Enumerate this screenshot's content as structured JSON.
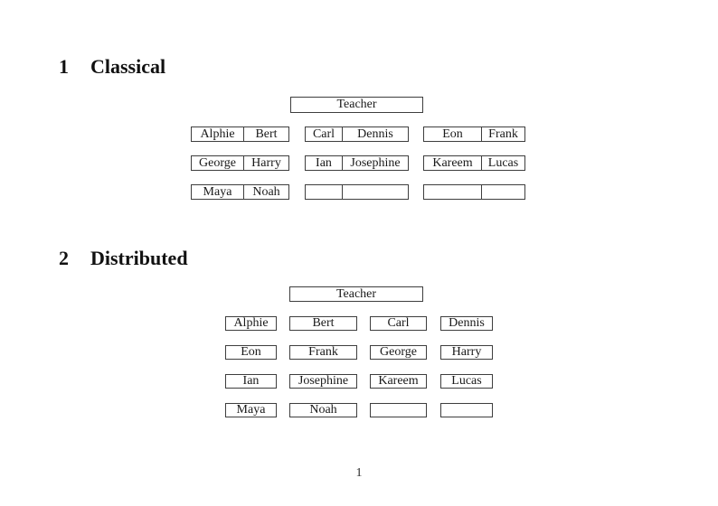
{
  "colors": {
    "background": "#ffffff",
    "border": "#3e3e3e",
    "text": "#1a1a1a"
  },
  "sections": [
    {
      "number": "1",
      "title": "Classical"
    },
    {
      "number": "2",
      "title": "Distributed"
    }
  ],
  "classical": {
    "teacher": "Teacher",
    "rows": [
      [
        [
          "Alphie",
          "Bert"
        ],
        [
          "Carl",
          "Dennis"
        ],
        [
          "Eon",
          "Frank"
        ]
      ],
      [
        [
          "George",
          "Harry"
        ],
        [
          "Ian",
          "Josephine"
        ],
        [
          "Kareem",
          "Lucas"
        ]
      ],
      [
        [
          "Maya",
          "Noah"
        ],
        [
          "",
          ""
        ],
        [
          "",
          ""
        ]
      ]
    ]
  },
  "distributed": {
    "teacher": "Teacher",
    "rows": [
      [
        "Alphie",
        "Bert",
        "Carl",
        "Dennis"
      ],
      [
        "Eon",
        "Frank",
        "George",
        "Harry"
      ],
      [
        "Ian",
        "Josephine",
        "Kareem",
        "Lucas"
      ],
      [
        "Maya",
        "Noah",
        "",
        ""
      ]
    ]
  },
  "page_number": "1"
}
